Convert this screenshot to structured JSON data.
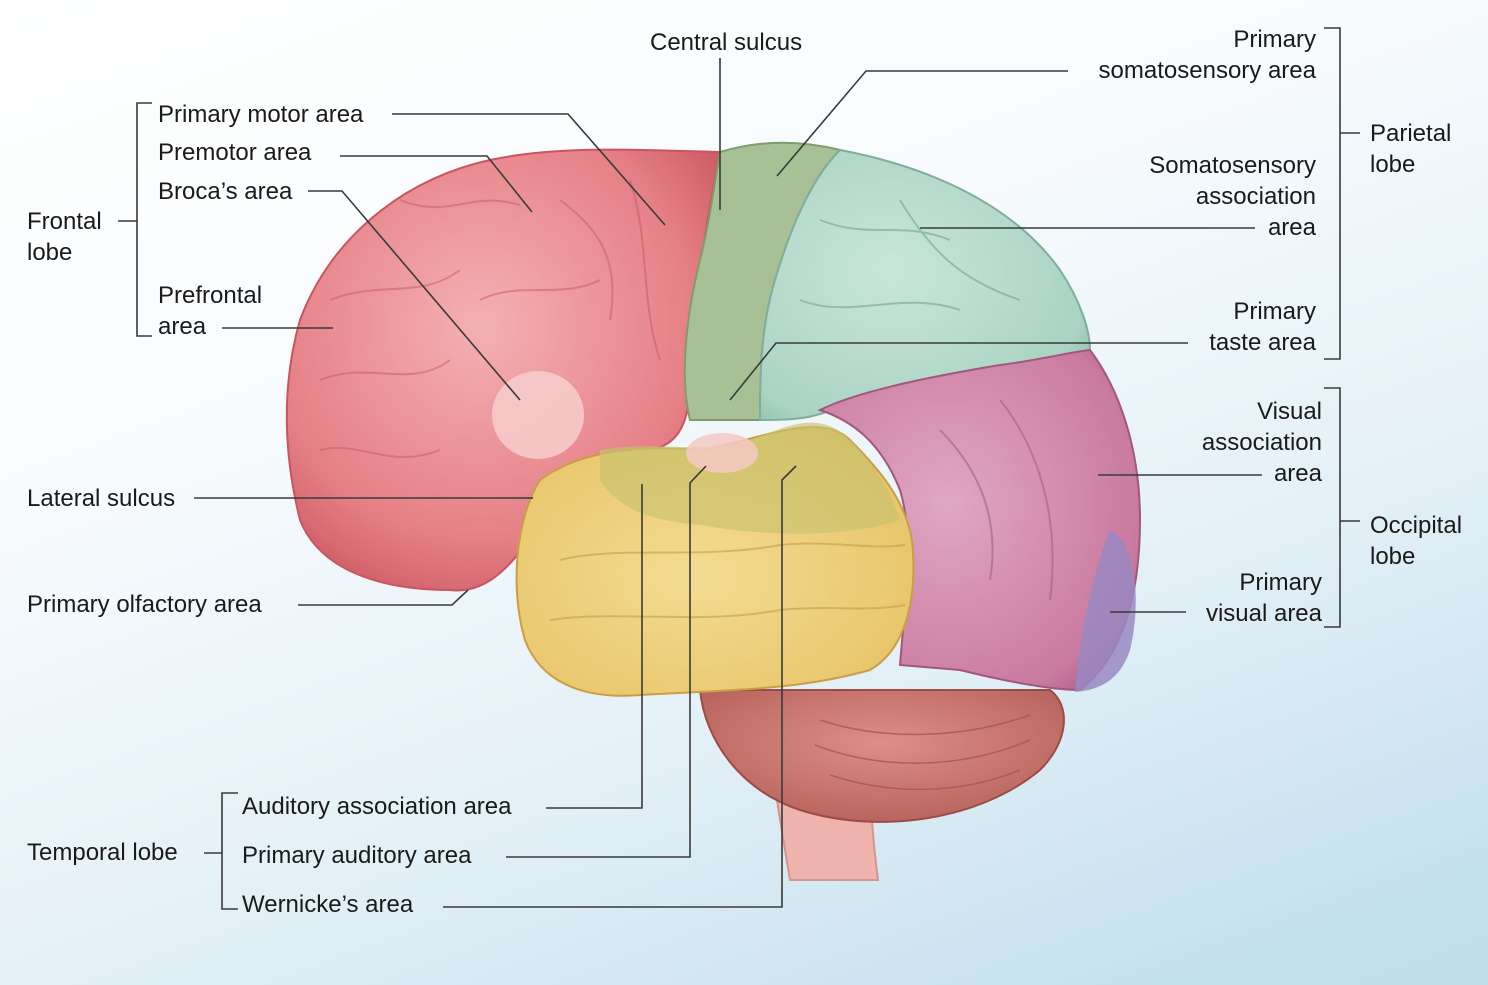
{
  "labels": {
    "central_sulcus": "Central sulcus",
    "primary_somatosensory_area": [
      "Primary",
      "somatosensory area"
    ],
    "parietal_lobe": [
      "Parietal",
      "lobe"
    ],
    "somatosensory_association_area": [
      "Somatosensory",
      "association",
      "area"
    ],
    "primary_taste_area": [
      "Primary",
      "taste area"
    ],
    "visual_association_area": [
      "Visual",
      "association",
      "area"
    ],
    "occipital_lobe": [
      "Occipital",
      "lobe"
    ],
    "primary_visual_area": [
      "Primary",
      "visual area"
    ],
    "frontal_lobe": [
      "Frontal",
      "lobe"
    ],
    "primary_motor_area": "Primary motor area",
    "premotor_area": "Premotor area",
    "brocas_area": "Broca’s area",
    "prefrontal_area": [
      "Prefrontal",
      "area"
    ],
    "lateral_sulcus": "Lateral sulcus",
    "primary_olfactory_area": "Primary olfactory area",
    "temporal_lobe": "Temporal lobe",
    "auditory_association_area": "Auditory association area",
    "primary_auditory_area": "Primary auditory area",
    "wernickes_area": "Wernicke’s area"
  },
  "colors": {
    "frontal": "#e57f86",
    "parietal": "#a9d3c3",
    "somatosensory_strip": "#9ab88a",
    "temporal": "#e8c56a",
    "occipital": "#c97aa0",
    "visual_primary": "#8e7bb8",
    "cerebellum": "#c9716a",
    "brainstem": "#efb2ad",
    "leader_line": "#3a3a3a"
  }
}
